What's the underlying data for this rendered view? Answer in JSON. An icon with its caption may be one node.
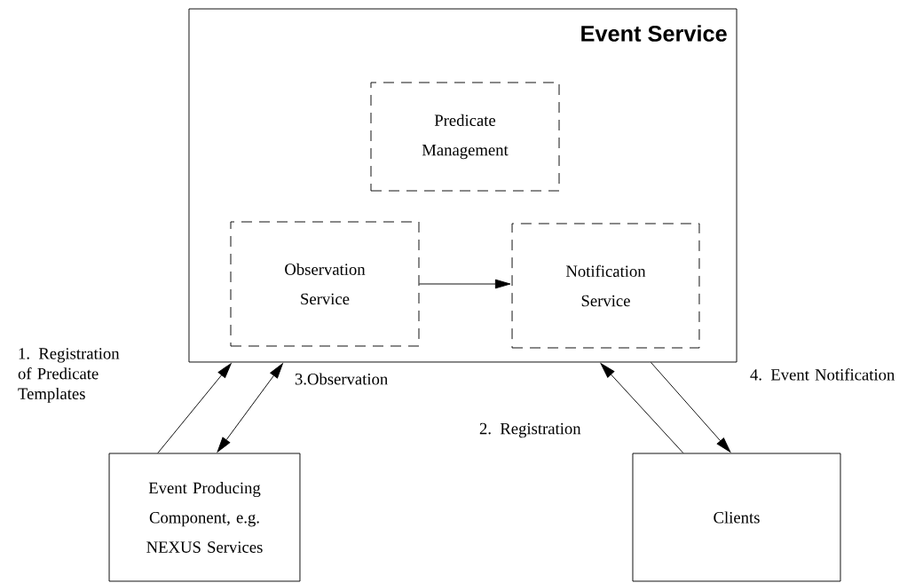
{
  "diagram": {
    "nodes": [
      {
        "text": [
          "Event Service"
        ]
      },
      {
        "text": [
          "Predicate Management"
        ],
        "in": 0
      },
      {
        "text": [
          "Observation Service"
        ],
        "in": 0
      },
      {
        "text": [
          "Notification Service"
        ],
        "in": 0
      },
      {
        "text": [
          "Event Producing Component, e.g. NEXUS Services"
        ]
      },
      {
        "text": [
          "Clients"
        ]
      }
    ],
    "edges": [
      {
        "from": 4,
        "to": 0,
        "arrow": "to",
        "label": "1. Registration of Predicate Templates"
      },
      {
        "from": 0,
        "to": 4,
        "arrow": "both",
        "label": "3.Observation"
      },
      {
        "from": 5,
        "to": 0,
        "arrow": "to",
        "label": "2. Registration"
      },
      {
        "from": 0,
        "to": 5,
        "arrow": "to",
        "label": "4. Event Notification"
      },
      {
        "from": 2,
        "to": 3,
        "arrow": "to"
      }
    ]
  }
}
